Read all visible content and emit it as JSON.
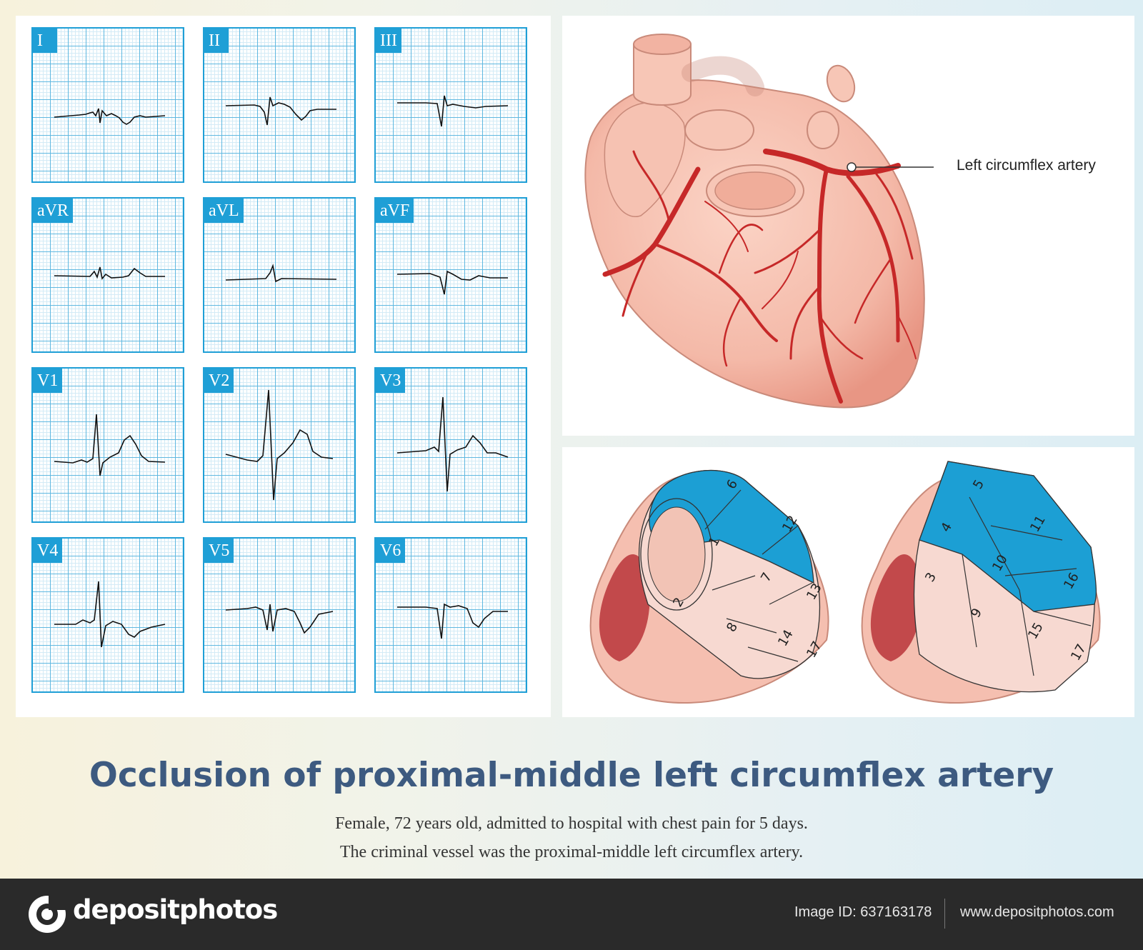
{
  "title": "Occlusion of proximal-middle left circumflex artery",
  "subtitle_line1": "Female, 72 years old, admitted to hospital with chest pain for 5 days.",
  "subtitle_line2": "The criminal vessel was the proximal-middle left circumflex artery.",
  "ecg_leads": [
    {
      "label": "I"
    },
    {
      "label": "II"
    },
    {
      "label": "III"
    },
    {
      "label": "aVR"
    },
    {
      "label": "aVL"
    },
    {
      "label": "aVF"
    },
    {
      "label": "V1"
    },
    {
      "label": "V2"
    },
    {
      "label": "V3"
    },
    {
      "label": "V4"
    },
    {
      "label": "V5"
    },
    {
      "label": "V6"
    }
  ],
  "heart": {
    "annotation": "Left circumflex artery"
  },
  "segments": {
    "left_model": [
      "6",
      "12",
      "1",
      "7",
      "13",
      "2",
      "8",
      "14",
      "17"
    ],
    "right_model": [
      "5",
      "4",
      "11",
      "10",
      "16",
      "3",
      "9",
      "15",
      "17"
    ]
  },
  "footer": {
    "brand": "depositphotos",
    "image_id": "Image ID: 637163178",
    "site": "www.depositphotos.com"
  },
  "colors": {
    "grid_major": "#5fb8e0",
    "lead_label_bg": "#1f9fd6",
    "artery_red": "#c62828",
    "heart_pink": "#f4b9a8",
    "segment_blue": "#1c9fd4",
    "segment_pink": "#f7d9d1",
    "title_blue": "#3d5a80"
  }
}
